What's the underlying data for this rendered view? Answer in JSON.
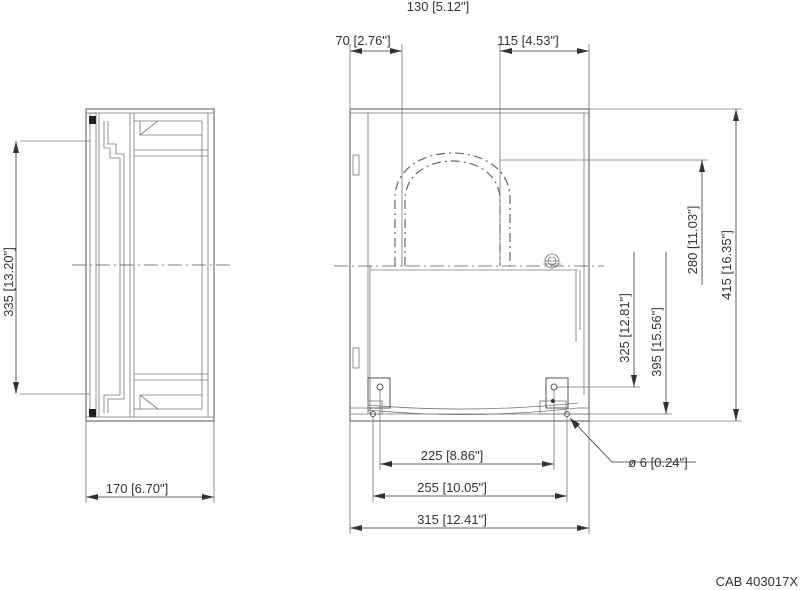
{
  "side_view": {
    "height_dim": "335 [13.20\"]",
    "depth_dim": "170 [6.70\"]"
  },
  "front_view": {
    "overall_width_dim": "130 [5.12\"]",
    "left_offset_dim": "70 [2.76\"]",
    "hinge_offset_dim": "115 [4.53\"]",
    "height_280_dim": "280 [11.03\"]",
    "height_415_dim": "415 [16.35\"]",
    "height_325_dim": "325 [12.81\"]",
    "height_395_dim": "395 [15.56\"]",
    "width_225_dim": "225 [8.86\"]",
    "width_255_dim": "255 [10.05\"]",
    "width_315_dim": "315 [12.41\"]",
    "hole_dim": "ø 6  [0.24\"]"
  },
  "part_number": "CAB 403017X"
}
